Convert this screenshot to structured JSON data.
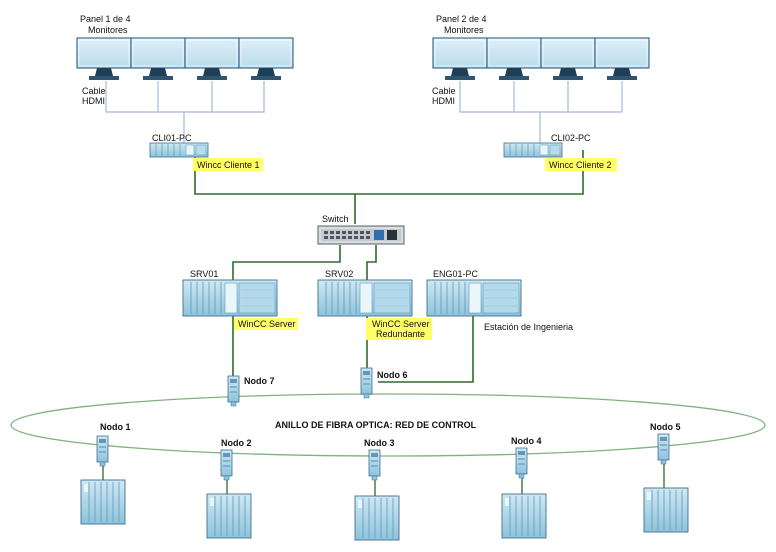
{
  "panels": [
    {
      "title_line1": "Panel 1 de 4",
      "title_line2": "Monitores",
      "cable_line1": "Cable",
      "cable_line2": "HDMI"
    },
    {
      "title_line1": "Panel 2 de 4",
      "title_line2": "Monitores",
      "cable_line1": "Cable",
      "cable_line2": "HDMI"
    }
  ],
  "clients": [
    {
      "name": "CLI01-PC",
      "role": "Wincc Cliente 1"
    },
    {
      "name": "CLI02-PC",
      "role": "Wincc Cliente 2"
    }
  ],
  "switch": {
    "label": "Switch"
  },
  "servers": [
    {
      "name": "SRV01",
      "role_line1": "WinCC Server",
      "role_line2": ""
    },
    {
      "name": "SRV02",
      "role_line1": "WinCC Server",
      "role_line2": "Redundante"
    },
    {
      "name": "ENG01-PC",
      "role_line1": "Estación de Ingenieria",
      "role_line2": ""
    }
  ],
  "ring": {
    "label": "ANILLO DE FIBRA OPTICA: RED DE CONTROL"
  },
  "ring_nodes": {
    "nodo7": "Nodo 7",
    "nodo6": "Nodo 6"
  },
  "field_nodes": [
    "Nodo 1",
    "Nodo 2",
    "Nodo 3",
    "Nodo 4",
    "Nodo 5"
  ],
  "colors": {
    "highlight": "#ffff66",
    "network_line": "#2e6b2e",
    "ring_line": "#7fb27f",
    "hdmi_line": "#a8b8d8",
    "device_fill": "#a9d5e8",
    "device_dark": "#5f98b8"
  }
}
